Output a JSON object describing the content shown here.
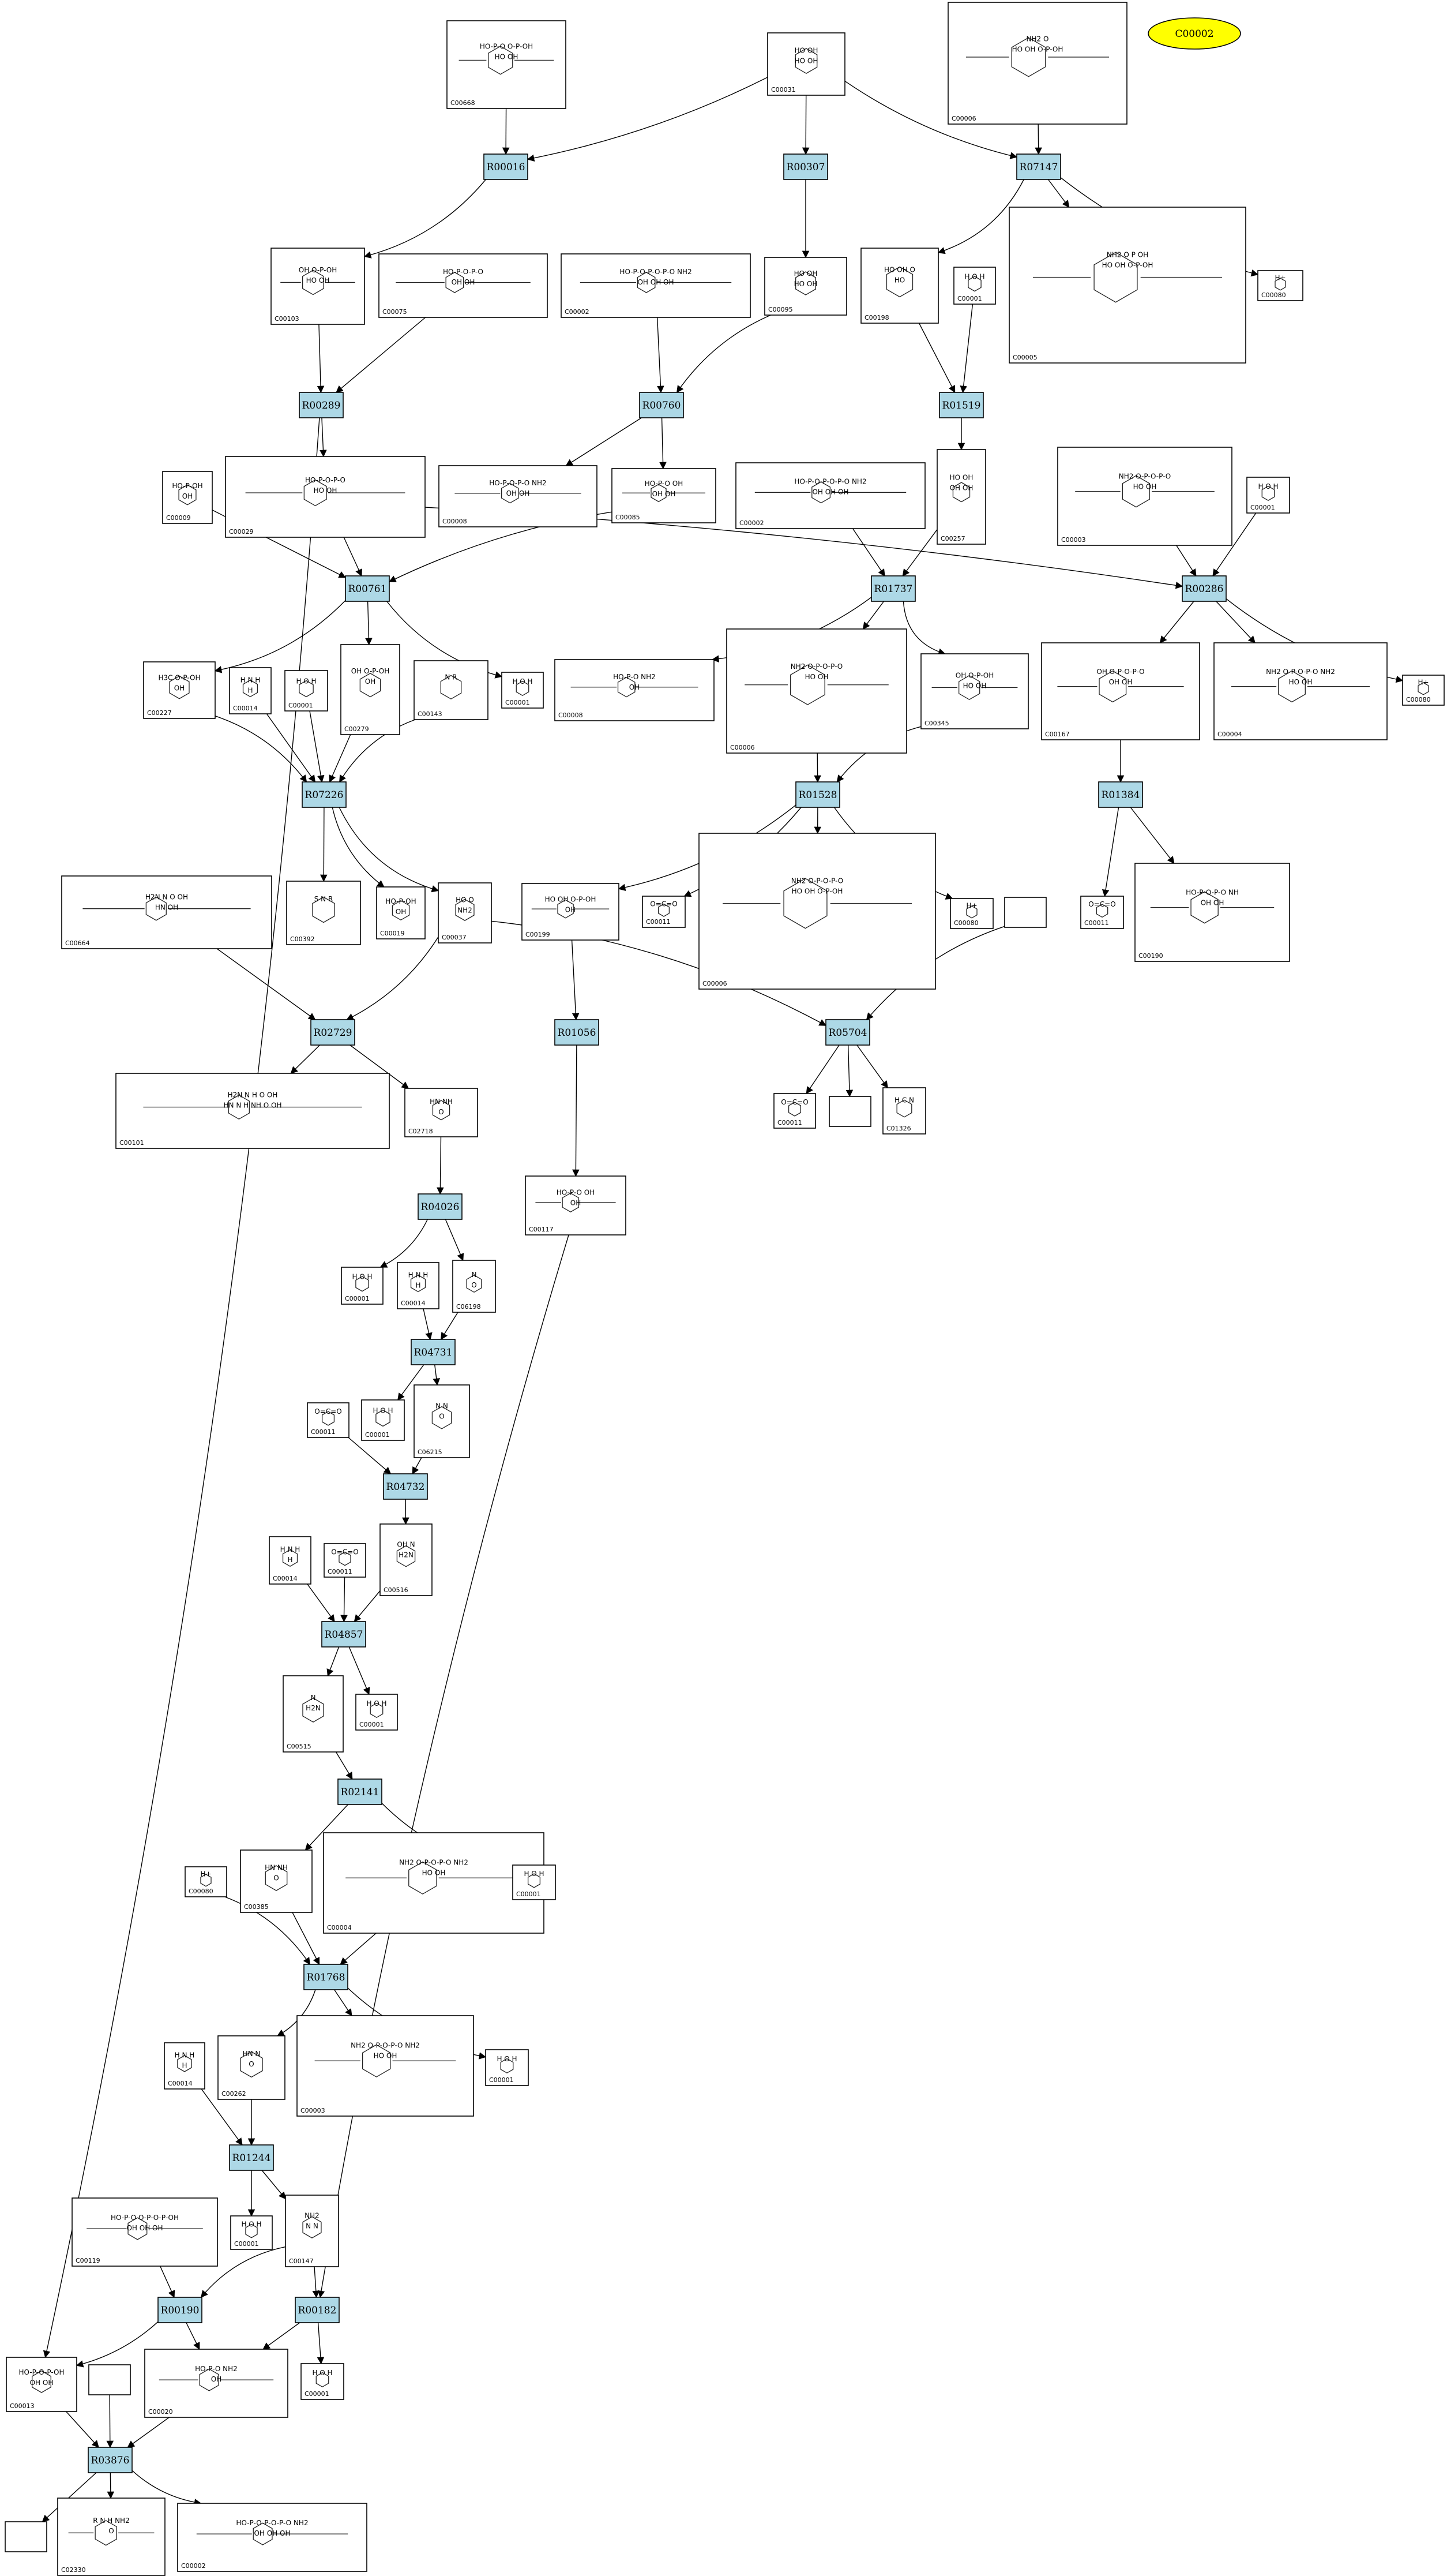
{
  "reactions": [
    "R00016",
    "R00307",
    "R07147",
    "R00289",
    "R00760",
    "R01519",
    "R00761",
    "R01737",
    "R00286",
    "R07226",
    "R01528",
    "R01384",
    "R02729",
    "R01056",
    "R05704",
    "R04026",
    "R04731",
    "R04732",
    "R04857",
    "R02141",
    "R01768",
    "R01244",
    "R00190",
    "R00182",
    "R03876"
  ],
  "highlight": "C00002",
  "compounds": [
    {
      "id": "c00668",
      "label": "C00668",
      "atoms": "HO-P-O O-P-OH\nHO OH"
    },
    {
      "id": "c00031",
      "label": "C00031",
      "atoms": "HO OH\nHO OH"
    },
    {
      "id": "c00006top",
      "label": "C00006",
      "atoms": "NH2 O\nHO OH O-P-OH"
    },
    {
      "id": "c00103",
      "label": "C00103",
      "atoms": "OH O-P-OH\nHO OH"
    },
    {
      "id": "c00075",
      "label": "C00075",
      "atoms": "HO-P-O-P-O\nOH OH"
    },
    {
      "id": "c00002a",
      "label": "C00002",
      "atoms": "HO-P-O-P-O-P-O NH2\nOH OH OH"
    },
    {
      "id": "c00095",
      "label": "C00095",
      "atoms": "HO OH\nHO OH"
    },
    {
      "id": "c00198",
      "label": "C00198",
      "atoms": "HO OH O\nHO"
    },
    {
      "id": "c00001a",
      "label": "C00001",
      "atoms": "H O H"
    },
    {
      "id": "c00005",
      "label": "C00005",
      "atoms": "NH2 O P OH\nHO OH O-P-OH"
    },
    {
      "id": "c00080a",
      "label": "C00080",
      "atoms": "H+"
    },
    {
      "id": "c00009a",
      "label": "C00009",
      "atoms": "HO-P-OH\nOH"
    },
    {
      "id": "c00029",
      "label": "C00029",
      "atoms": "HO-P-O-P-O\nHO OH"
    },
    {
      "id": "c00008a",
      "label": "C00008",
      "atoms": "HO-P-O-P-O NH2\nOH OH"
    },
    {
      "id": "c00085",
      "label": "C00085",
      "atoms": "HO-P-O OH\nOH OH"
    },
    {
      "id": "c00002b",
      "label": "C00002",
      "atoms": "HO-P-O-P-O-P-O NH2\nOH OH OH"
    },
    {
      "id": "c00257",
      "label": "C00257",
      "atoms": "HO OH\nOH OH"
    },
    {
      "id": "c00003a",
      "label": "C00003",
      "atoms": "NH2 O-P-O-P-O\nHO OH"
    },
    {
      "id": "c00001b",
      "label": "C00001",
      "atoms": "H O H"
    },
    {
      "id": "c00227",
      "label": "C00227",
      "atoms": "H3C O-P-OH\nOH"
    },
    {
      "id": "c00014a",
      "label": "C00014",
      "atoms": "H N H\nH"
    },
    {
      "id": "c00001c",
      "label": "C00001",
      "atoms": "H O H"
    },
    {
      "id": "c00279",
      "label": "C00279",
      "atoms": "OH O-P-OH\nOH"
    },
    {
      "id": "c00143",
      "label": "C00143",
      "atoms": "N R"
    },
    {
      "id": "c00001d",
      "label": "C00001",
      "atoms": "H O H"
    },
    {
      "id": "c00008b",
      "label": "C00008",
      "atoms": "HO-P-O NH2\nOH"
    },
    {
      "id": "c00006mid",
      "label": "C00006",
      "atoms": "NH2 O-P-O-P-O\nHO OH"
    },
    {
      "id": "c00345",
      "label": "C00345",
      "atoms": "OH O-P-OH\nHO OH"
    },
    {
      "id": "c00167",
      "label": "C00167",
      "atoms": "OH O-P-O-P-O\nOH OH"
    },
    {
      "id": "c00004a",
      "label": "C00004",
      "atoms": "NH2 O-P-O-P-O NH2\nHO OH"
    },
    {
      "id": "c00080b",
      "label": "C00080",
      "atoms": "H+"
    },
    {
      "id": "c00664",
      "label": "C00664",
      "atoms": "H2N N O OH\nHN OH"
    },
    {
      "id": "c00392",
      "label": "C00392",
      "atoms": "S N R"
    },
    {
      "id": "c00019",
      "label": "C00019",
      "atoms": "HO-P-OH\nOH"
    },
    {
      "id": "c00037",
      "label": "C00037",
      "atoms": "HO O\nNH2"
    },
    {
      "id": "c00199",
      "label": "C00199",
      "atoms": "HO OH O-P-OH\nOH"
    },
    {
      "id": "c00011a",
      "label": "C00011",
      "atoms": "O=C=O"
    },
    {
      "id": "c00006low",
      "label": "C00006",
      "atoms": "NH2 O-P-O-P-O\nHO OH O-P-OH"
    },
    {
      "id": "c00080c",
      "label": "C00080",
      "atoms": "H+"
    },
    {
      "id": "empty1",
      "label": "",
      "atoms": ""
    },
    {
      "id": "c00011b",
      "label": "C00011",
      "atoms": "O=C=O"
    },
    {
      "id": "c00190",
      "label": "C00190",
      "atoms": "HO-P-O-P-O NH\nOH OH"
    },
    {
      "id": "c00101",
      "label": "C00101",
      "atoms": "H2N N H O OH\nHN N H NH O OH"
    },
    {
      "id": "c02718",
      "label": "C02718",
      "atoms": "HN NH\nO"
    },
    {
      "id": "c00011c",
      "label": "C00011",
      "atoms": "O=C=O"
    },
    {
      "id": "empty2",
      "label": "",
      "atoms": ""
    },
    {
      "id": "c01326",
      "label": "C01326",
      "atoms": "H C N"
    },
    {
      "id": "c00117",
      "label": "C00117",
      "atoms": "HO-P-O OH\nOH"
    },
    {
      "id": "c00001e",
      "label": "C00001",
      "atoms": "H O H"
    },
    {
      "id": "c00014b",
      "label": "C00014",
      "atoms": "H N H\nH"
    },
    {
      "id": "c06198",
      "label": "C06198",
      "atoms": "N\nO"
    },
    {
      "id": "c00011d",
      "label": "C00011",
      "atoms": "O=C=O"
    },
    {
      "id": "c00001f",
      "label": "C00001",
      "atoms": "H O H"
    },
    {
      "id": "c06215",
      "label": "C06215",
      "atoms": "N N\nO"
    },
    {
      "id": "c00014c",
      "label": "C00014",
      "atoms": "H N H\nH"
    },
    {
      "id": "c00011e",
      "label": "C00011",
      "atoms": "O=C=O"
    },
    {
      "id": "c00516",
      "label": "C00516",
      "atoms": "OH N\nH2N"
    },
    {
      "id": "c00515",
      "label": "C00515",
      "atoms": "N\nH2N"
    },
    {
      "id": "c00001g",
      "label": "C00001",
      "atoms": "H O H"
    },
    {
      "id": "c00080d",
      "label": "C00080",
      "atoms": "H+"
    },
    {
      "id": "c00385",
      "label": "C00385",
      "atoms": "HN NH\nO"
    },
    {
      "id": "c00004b",
      "label": "C00004",
      "atoms": "NH2 O-P-O-P-O NH2\nHO OH"
    },
    {
      "id": "c00001h",
      "label": "C00001",
      "atoms": "H O H"
    },
    {
      "id": "c00014d",
      "label": "C00014",
      "atoms": "H N H\nH"
    },
    {
      "id": "c00262",
      "label": "C00262",
      "atoms": "HN N\nO"
    },
    {
      "id": "c00003b",
      "label": "C00003",
      "atoms": "NH2 O-P-O-P-O NH2\nHO OH"
    },
    {
      "id": "c00001i",
      "label": "C00001",
      "atoms": "H O H"
    },
    {
      "id": "c00119",
      "label": "C00119",
      "atoms": "HO-P-O O-P-O-P-OH\nOH OH OH"
    },
    {
      "id": "c00001j",
      "label": "C00001",
      "atoms": "H O H"
    },
    {
      "id": "c00147",
      "label": "C00147",
      "atoms": "NH2\nN N"
    },
    {
      "id": "c00013",
      "label": "C00013",
      "atoms": "HO-P-O-P-OH\nOH OH"
    },
    {
      "id": "empty3",
      "label": "",
      "atoms": ""
    },
    {
      "id": "c00020",
      "label": "C00020",
      "atoms": "HO-P-O NH2\nOH"
    },
    {
      "id": "c00001k",
      "label": "C00001",
      "atoms": "H O H"
    },
    {
      "id": "empty4",
      "label": "",
      "atoms": ""
    },
    {
      "id": "c02330",
      "label": "C02330",
      "atoms": "R N H NH2\nO"
    },
    {
      "id": "c00002c",
      "label": "C00002",
      "atoms": "HO-P-O-P-O-P-O NH2\nOH OH OH"
    }
  ]
}
